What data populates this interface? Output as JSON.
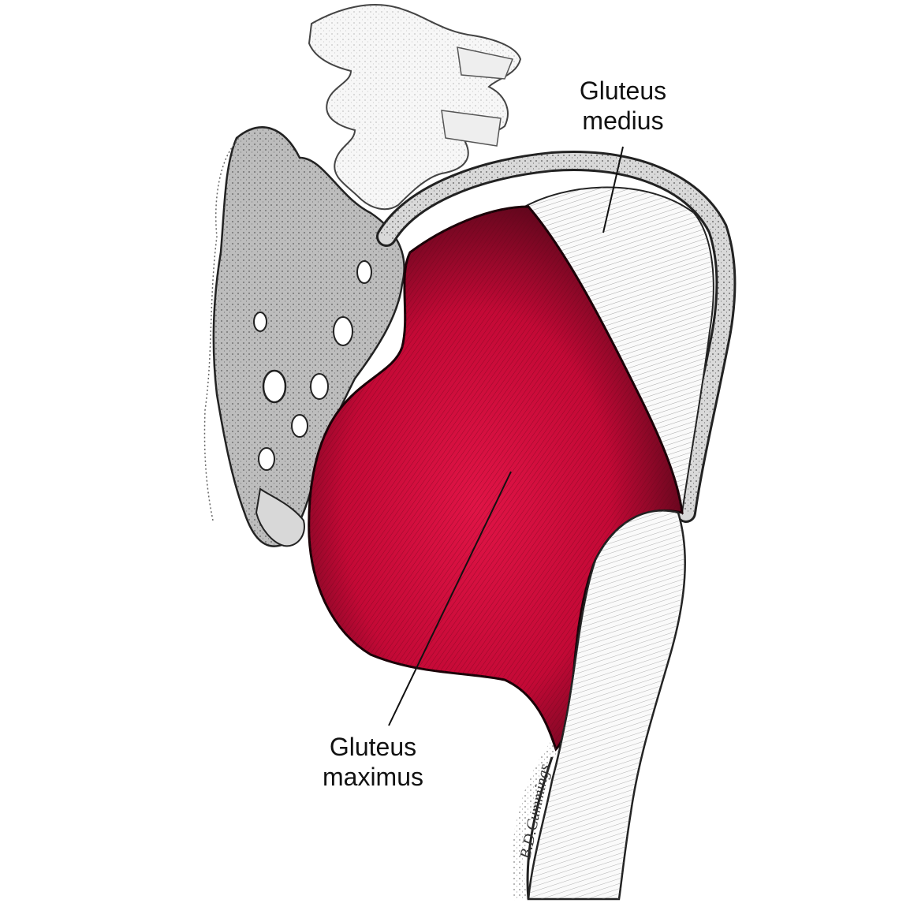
{
  "labels": {
    "gluteus_medius": {
      "line1": "Gluteus",
      "line2": "medius"
    },
    "gluteus_maximus": {
      "line1": "Gluteus",
      "line2": "maximus"
    }
  },
  "signature": "B.D.Cummings",
  "colors": {
    "muscle": "#d10a3c",
    "muscle_dark": "#3a0512",
    "ink": "#111111",
    "bone_fill": "#f4f4f4",
    "tendon_fill": "#fafafa"
  }
}
